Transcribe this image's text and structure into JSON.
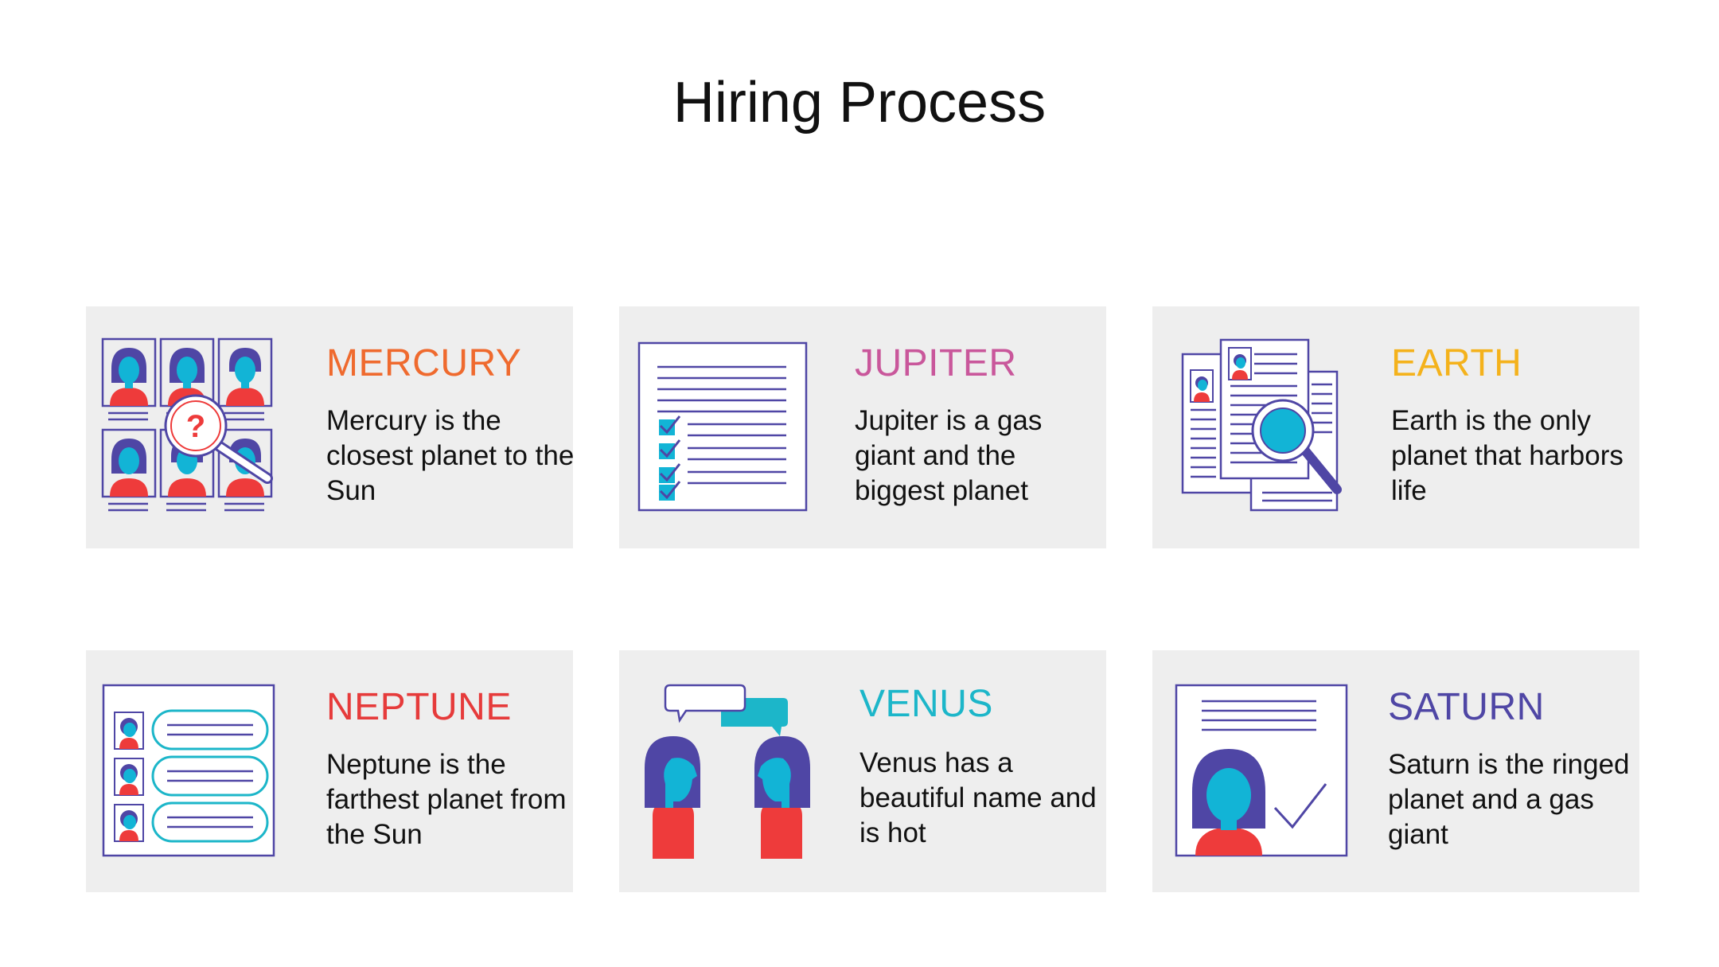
{
  "title": "Hiring Process",
  "colors": {
    "card_bg": "#eeeeee",
    "outline": "#4f46a5",
    "cyan": "#12b4d6",
    "red": "#ee3b3b",
    "mercury": "#ef6a2e",
    "jupiter": "#c9579b",
    "earth": "#f4b21c",
    "neptune": "#e63b3b",
    "venus": "#1cb6c9",
    "saturn": "#4f46a5"
  },
  "cards": [
    {
      "heading": "MERCURY",
      "desc": "Mercury is the closest planet to the Sun",
      "icon": "candidate-search-icon"
    },
    {
      "heading": "JUPITER",
      "desc": "Jupiter is a gas giant and the biggest planet",
      "icon": "checklist-icon"
    },
    {
      "heading": "EARTH",
      "desc": "Earth is the only planet that harbors life",
      "icon": "resume-review-icon"
    },
    {
      "heading": "NEPTUNE",
      "desc": "Neptune is the farthest planet from the Sun",
      "icon": "candidate-list-icon"
    },
    {
      "heading": "VENUS",
      "desc": "Venus has a beautiful name and is hot",
      "icon": "interview-icon"
    },
    {
      "heading": "SATURN",
      "desc": "Saturn is the ringed planet and a gas giant",
      "icon": "approved-candidate-icon"
    }
  ]
}
